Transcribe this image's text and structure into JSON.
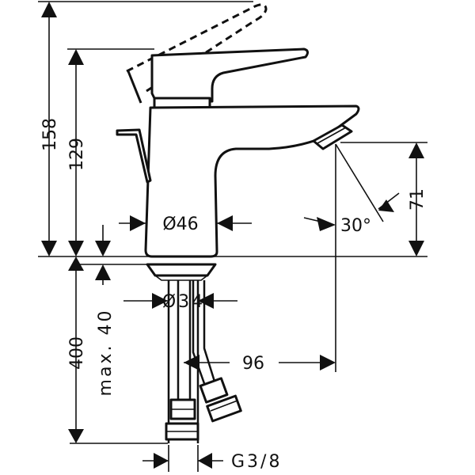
{
  "dimensions": {
    "total_height": "158",
    "spout_height": "129",
    "outlet_height": "71",
    "body_diameter": "Ø46",
    "spray_angle": "30°",
    "shank_diameter": "Ø34",
    "spout_reach": "96",
    "hose_length": "400",
    "max_deck_thickness": "max. 40",
    "thread_size": "G3/8"
  }
}
